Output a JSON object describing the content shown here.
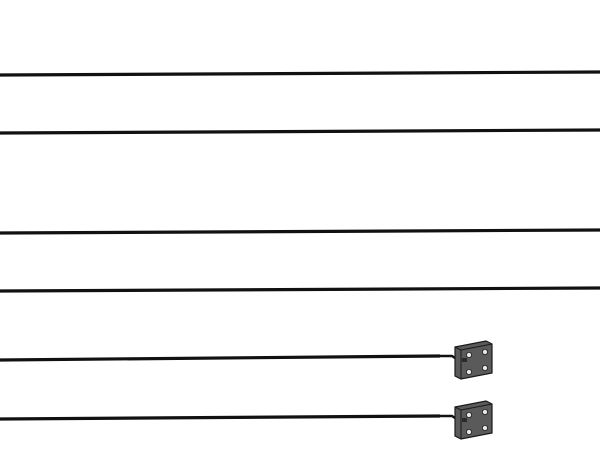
{
  "scene": {
    "background": "#ffffff",
    "line_color": "#111111",
    "bracket_color": "#5a5a5a",
    "bracket_edge_color": "#1a1a1a",
    "hole_color": "#e6e6e6",
    "cables": [
      {
        "id": "cable-1",
        "has_bracket": false
      },
      {
        "id": "cable-2",
        "has_bracket": false
      },
      {
        "id": "cable-3",
        "has_bracket": false
      },
      {
        "id": "cable-4",
        "has_bracket": false
      },
      {
        "id": "cable-5",
        "has_bracket": true,
        "bracket_icon": "mounting-bracket-icon"
      },
      {
        "id": "cable-6",
        "has_bracket": true,
        "bracket_icon": "mounting-bracket-icon"
      }
    ]
  }
}
